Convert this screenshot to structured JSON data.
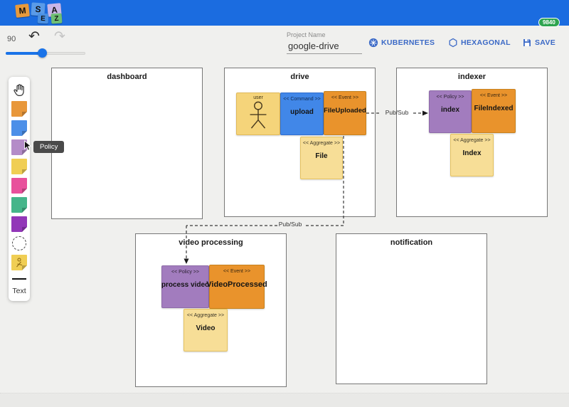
{
  "header": {
    "logo": {
      "tiles": [
        {
          "letter": "M",
          "color": "#E89A3C"
        },
        {
          "letter": "S",
          "color": "#5A9BE8"
        },
        {
          "letter": "A",
          "color": "#C9B6E8"
        },
        {
          "letter": "E",
          "color": "#4A90E2"
        },
        {
          "letter": "Z",
          "color": "#6FBF73"
        }
      ]
    },
    "help_label": "?",
    "user_badge": "9840"
  },
  "toolbar": {
    "zoom_value": "90",
    "undo_icon": "↶",
    "redo_icon": "↷",
    "project_name": {
      "label": "Project Name",
      "value": "google-drive"
    },
    "actions": [
      {
        "label": "KUBERNETES",
        "icon": "kubernetes-icon"
      },
      {
        "label": "HEXAGONAL",
        "icon": "hexagon-icon"
      },
      {
        "label": "SAVE",
        "icon": "save-icon"
      }
    ]
  },
  "palette": {
    "tooltip": "Policy",
    "text_label": "Text",
    "items": [
      "pan-tool",
      "sticky-orange-event",
      "sticky-blue-command",
      "sticky-purple-policy",
      "sticky-yellow-aggregate",
      "sticky-pink",
      "sticky-green",
      "sticky-dark-purple",
      "dashed-circle-tool",
      "sticky-issue",
      "line-tool",
      "text-tool"
    ]
  },
  "canvas": {
    "contexts": [
      {
        "title": "dashboard"
      },
      {
        "title": "drive"
      },
      {
        "title": "indexer"
      },
      {
        "title": "video processing"
      },
      {
        "title": "notification"
      }
    ],
    "cards": {
      "user": {
        "label": "user"
      },
      "upload": {
        "stereotype": "<< Command >>",
        "name": "upload"
      },
      "fileUploaded": {
        "stereotype": "<< Event >>",
        "name": "FileUploaded"
      },
      "file": {
        "stereotype": "<< Aggregate >>",
        "name": "File"
      },
      "index": {
        "stereotype": "<< Policy >>",
        "name": "index"
      },
      "fileIndexed": {
        "stereotype": "<< Event >>",
        "name": "FileIndexed"
      },
      "indexAggregate": {
        "stereotype": "<< Aggregate >>",
        "name": "Index"
      },
      "processVideo": {
        "stereotype": "<< Policy >>",
        "name": "process video"
      },
      "videoProcessed": {
        "stereotype": "<< Event >>",
        "name": "VideoProcessed"
      },
      "videoAggregate": {
        "stereotype": "<< Aggregate >>",
        "name": "Video"
      }
    },
    "connections": [
      {
        "label": "Pub/Sub"
      },
      {
        "label": "Pub/Sub"
      }
    ]
  },
  "colors": {
    "header-blue": "#1B6CE0",
    "action-blue": "#3B69C6",
    "badge-green": "#2EA44F",
    "canvas-bg": "#F0F0EE",
    "tooltip-bg": "#4A4A4A",
    "slider-blue": "#1A73E8",
    "sticky-orange": "#E8973A",
    "sticky-blue": "#4C8FE8",
    "sticky-lavender": "#B48CC8",
    "sticky-yellow": "#F0CE54",
    "sticky-pink": "#E8519C",
    "sticky-green": "#45B58A",
    "sticky-dark-purple": "#9237B8",
    "card-actor": "#F5D47A",
    "card-command": "#4187E8",
    "card-event": "#E9932C",
    "card-policy": "#A27CBE",
    "card-aggregate": "#F7DE97",
    "box-border": "#777777"
  }
}
